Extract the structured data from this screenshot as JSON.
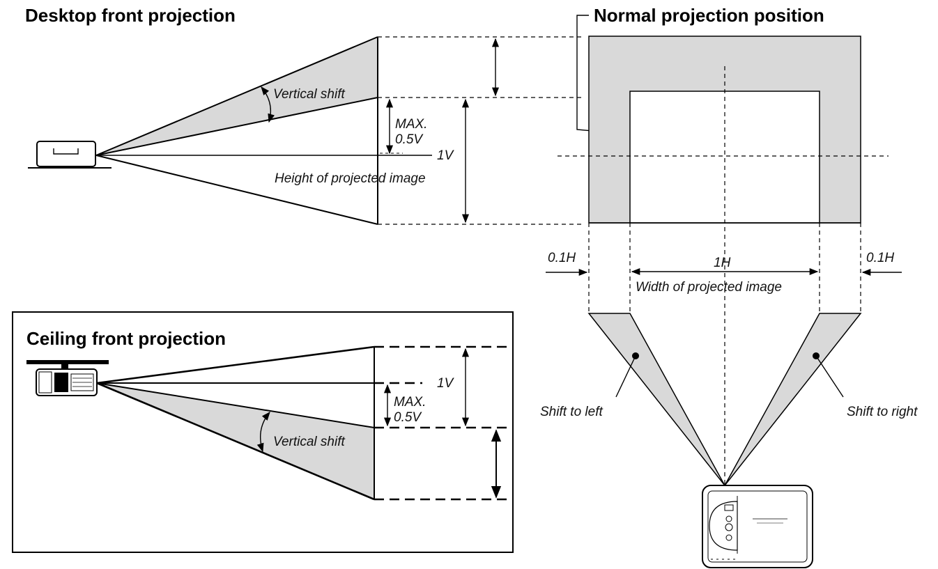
{
  "titles": {
    "desktop": "Desktop front projection",
    "normal": "Normal projection position",
    "ceiling": "Ceiling front projection"
  },
  "labels": {
    "vertical_shift": "Vertical shift",
    "max": "MAX.",
    "half_v": "0.5V",
    "one_v": "1V",
    "height_image": "Height of projected image",
    "one_h": "1H",
    "point_one_h": "0.1H",
    "width_image": "Width of projected image",
    "shift_left": "Shift to left",
    "shift_right": "Shift to right"
  },
  "colors": {
    "shade": "#d9d9d9",
    "line": "#000000"
  },
  "icons": {
    "projector": "projector-icon",
    "arrow": "dimension-arrow-icon"
  }
}
